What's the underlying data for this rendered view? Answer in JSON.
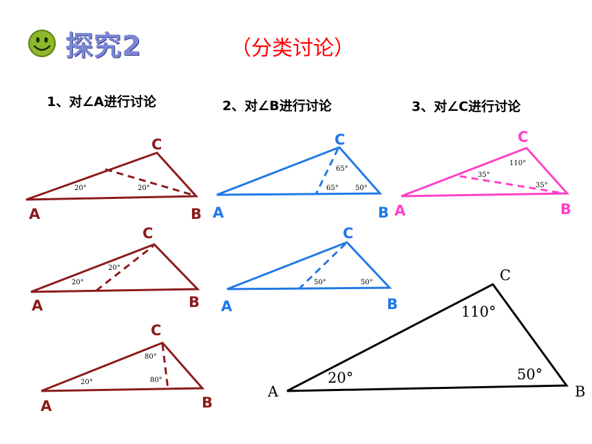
{
  "header": {
    "title": "探究2",
    "subtitle": "（分类讨论）",
    "icon": "smiley-icon"
  },
  "cases": [
    {
      "label": "1、对∠A进行讨论"
    },
    {
      "label": "2、对∠B进行讨论"
    },
    {
      "label": "3、对∠C进行讨论"
    }
  ],
  "vertex_labels": {
    "a": "A",
    "b": "B",
    "c": "C"
  },
  "angles": {
    "a20": "20°",
    "b50": "50°",
    "c110": "110°",
    "s65": "65°",
    "s35": "35°",
    "s80": "80°",
    "a20_big": "20°",
    "b50_big": "50°",
    "c110_big": "110°"
  },
  "colors": {
    "dark_red": "#8b1a1a",
    "blue": "#1f78e6",
    "magenta": "#ff40c8",
    "black": "#000000",
    "title_blue": "#7b86d6",
    "subtitle_red": "#ff0000"
  }
}
